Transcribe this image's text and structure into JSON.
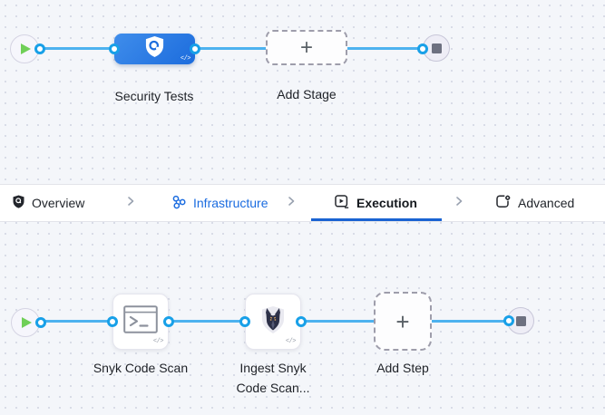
{
  "stage_pipeline": {
    "stage": {
      "name": "Security Tests",
      "icon": "security-shield-scan-icon",
      "code_toggle": "</>"
    },
    "add_stage": {
      "label": "Add Stage",
      "plus": "+"
    }
  },
  "tab_bar": {
    "tabs": [
      {
        "label": "Overview",
        "icon": "overview-shield-icon",
        "active": false
      },
      {
        "label": "Infrastructure",
        "icon": "infrastructure-icon",
        "active": false
      },
      {
        "label": "Execution",
        "icon": "execution-icon",
        "active": true
      },
      {
        "label": "Advanced",
        "icon": "advanced-icon",
        "active": false
      }
    ],
    "active_tab": "Execution",
    "separator_icon": "chevron-right-icon"
  },
  "step_pipeline": {
    "steps": [
      {
        "name": "Snyk Code Scan",
        "icon": "terminal-icon",
        "code_toggle": "</>"
      },
      {
        "name": "Ingest Snyk Code Scan...",
        "icon": "snyk-doberman-icon",
        "code_toggle": "</>"
      }
    ],
    "add_step": {
      "label": "Add Step",
      "plus": "+"
    }
  },
  "colors": {
    "edge_blue": "#4db2ef",
    "port_blue": "#18a0e8",
    "stage_gradient_start": "#3f8deb",
    "stage_gradient_end": "#1c6cdd",
    "active_tab_underline": "#1a63d2",
    "infrastructure_blue": "#1b6ce0",
    "play_green": "#70cf58",
    "canvas_background": "#f4f6fa"
  }
}
